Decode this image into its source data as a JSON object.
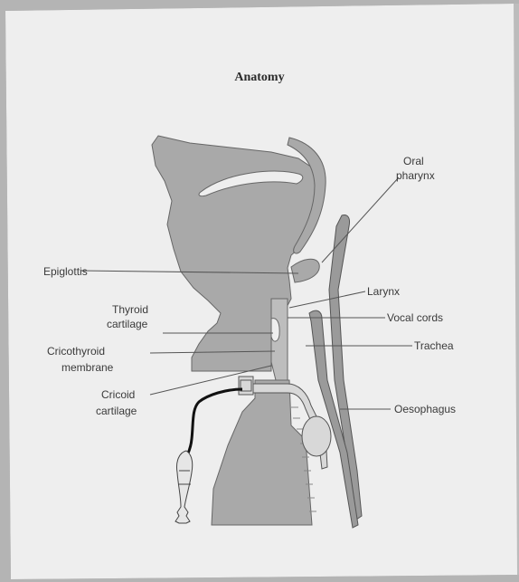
{
  "figure": {
    "title": "Anatomy",
    "labels": {
      "oral_pharynx": "Oral pharynx",
      "epiglottis": "Epiglottis",
      "larynx": "Larynx",
      "thyroid_cartilage_line1": "Thyroid",
      "thyroid_cartilage_line2": "cartilage",
      "vocal_cords": "Vocal cords",
      "cricothyroid_line1": "Cricothyroid",
      "cricothyroid_line2": "membrane",
      "trachea": "Trachea",
      "cricoid_line1": "Cricoid",
      "cricoid_line2": "cartilage",
      "oesophagus": "Oesophagus"
    },
    "colors": {
      "tissue": "#a9a9a9",
      "outline": "#555555",
      "paper": "#efefef",
      "tube_cuff": "#d8d8d8"
    }
  }
}
